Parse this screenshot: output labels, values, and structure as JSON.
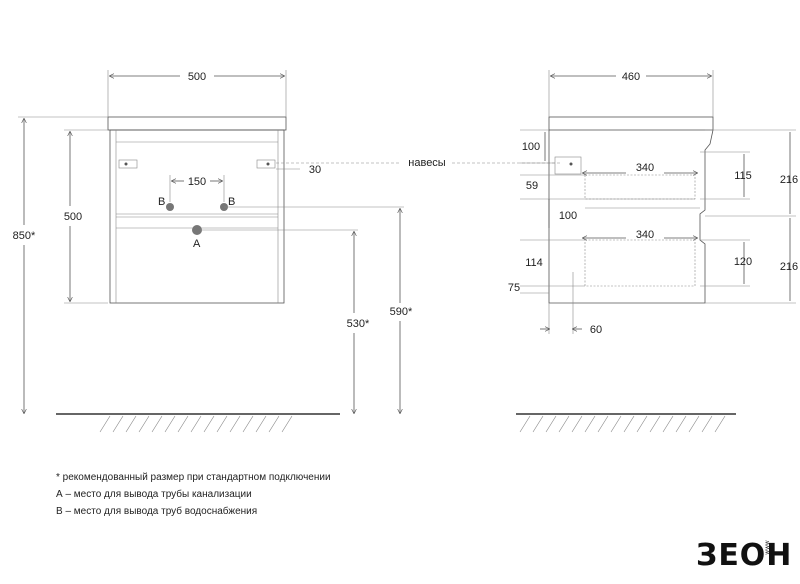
{
  "front_view": {
    "width": "500",
    "height": "500",
    "total_height": "850*",
    "hinge_offset": "30",
    "pipe_spacing": "150",
    "label_b_left": "B",
    "label_b_right": "B",
    "label_a": "A",
    "drain_height": "530*",
    "water_height": "590*"
  },
  "side_view": {
    "depth": "460",
    "hinges_label": "навесы",
    "top_offset": "100",
    "inner_depth_top": "340",
    "gap_59": "59",
    "shelf_100": "100",
    "inner_depth_bottom": "340",
    "drawer_top_115": "115",
    "drawer_height_216_top": "216",
    "back_114": "114",
    "drawer_bottom_120": "120",
    "drawer_height_216_bottom": "216",
    "bottom_75": "75",
    "recess_60": "60"
  },
  "notes": [
    "* рекомендованный размер при стандартном подключении",
    "А – место для вывода трубы канализации",
    "В – место для вывода труб водоснабжения"
  ],
  "logo": {
    "text": "ЗЕОН",
    "subtext": "www"
  }
}
